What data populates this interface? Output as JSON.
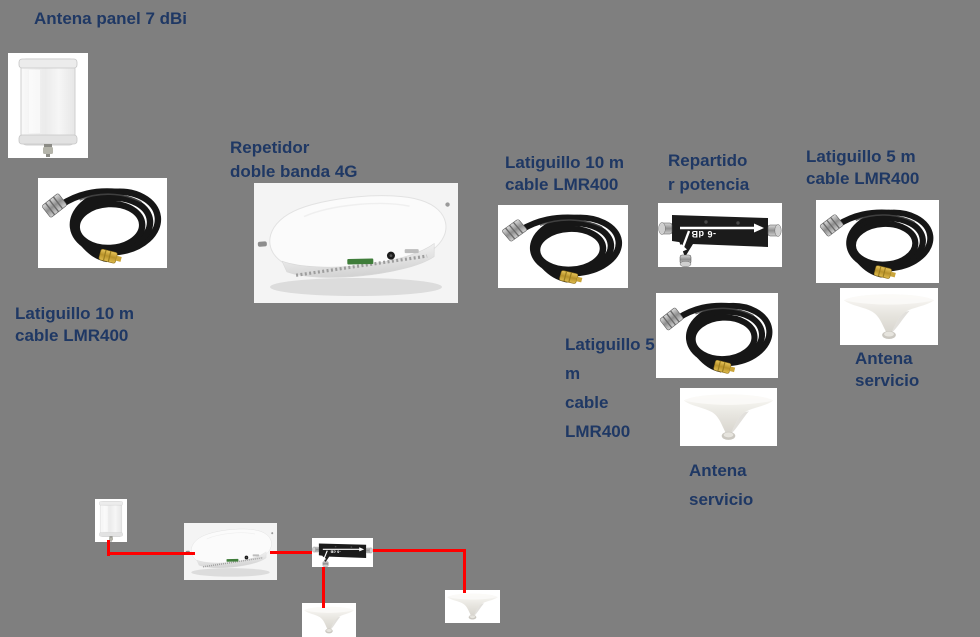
{
  "diagram": {
    "colors": {
      "bg": "#7f7f7f",
      "text": "#1f3864",
      "line": "#ff0000"
    },
    "labels": {
      "antena_panel": "Antena panel 7 dBi",
      "repetidor": "Repetidor\ndoble banda 4G",
      "latiguillo10_left": "Latiguillo 10 m\ncable LMR400",
      "latiguillo10_mid": "Latiguillo 10 m\ncable LMR400",
      "repartidor": "Repartido\nr potencia",
      "latiguillo5_right": "Latiguillo 5 m\ncable LMR400",
      "latiguillo5_mid": "Latiguillo 5\nm\ncable\nLMR400",
      "antena_servicio_mid": "Antena\nservicio",
      "antena_servicio_right": "Antena\nservicio"
    },
    "splitter_marking": "-6 dB"
  }
}
